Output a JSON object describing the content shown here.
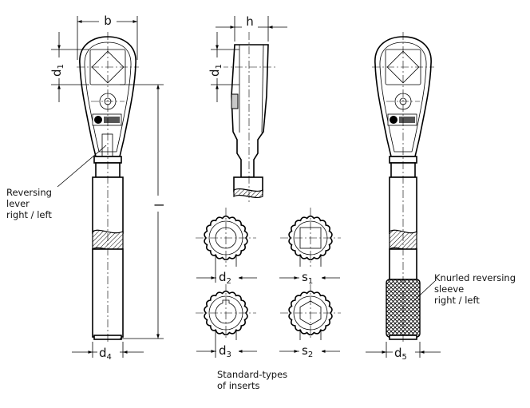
{
  "dimensions": {
    "b": "b",
    "h": "h",
    "d1": {
      "base": "d",
      "sub": "1"
    },
    "l": "l",
    "d2": {
      "base": "d",
      "sub": "2"
    },
    "d3": {
      "base": "d",
      "sub": "3"
    },
    "d4": {
      "base": "d",
      "sub": "4"
    },
    "d5": {
      "base": "d",
      "sub": "5"
    },
    "s1": {
      "base": "s",
      "sub": "1"
    },
    "s2": {
      "base": "s",
      "sub": "2"
    }
  },
  "annotations": {
    "reversing_lever": [
      "Reversing",
      "lever",
      "right / left"
    ],
    "knurled_sleeve": [
      "Knurled reversing",
      "sleeve",
      "right / left"
    ],
    "inserts_caption": [
      "Standard-types",
      "of inserts"
    ]
  }
}
